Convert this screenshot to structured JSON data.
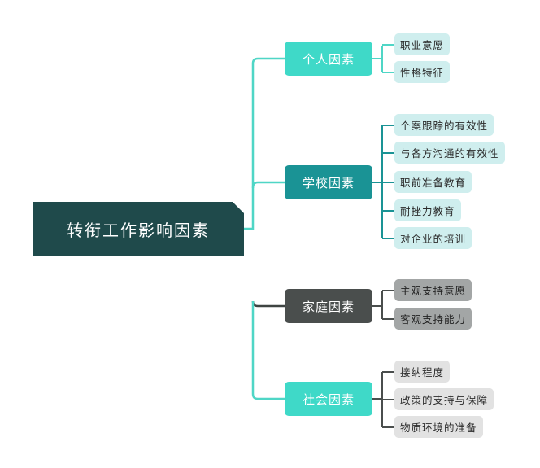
{
  "root": {
    "label": "转衔工作影响因素"
  },
  "branches": [
    {
      "label": "个人因素",
      "leaves": [
        "职业意愿",
        "性格特征"
      ]
    },
    {
      "label": "学校因素",
      "leaves": [
        "个案跟踪的有效性",
        "与各方沟通的有效性",
        "职前准备教育",
        "耐挫力教育",
        "对企业的培训"
      ]
    },
    {
      "label": "家庭因素",
      "leaves": [
        "主观支持意愿",
        "客观支持能力"
      ]
    },
    {
      "label": "社会因素",
      "leaves": [
        "接纳程度",
        "政策的支持与保障",
        "物质环境的准备"
      ]
    }
  ],
  "colors": {
    "root": "#1f4a4b",
    "connector": "#4fd6c6",
    "personal": "#3fd9c8",
    "school": "#1a9395",
    "family": "#4a4e4d",
    "social": "#3fd9c8",
    "leaf_cyan": "#cfeeee",
    "leaf_gray": "#a3a6a6",
    "leaf_light": "#e2e2e2"
  }
}
